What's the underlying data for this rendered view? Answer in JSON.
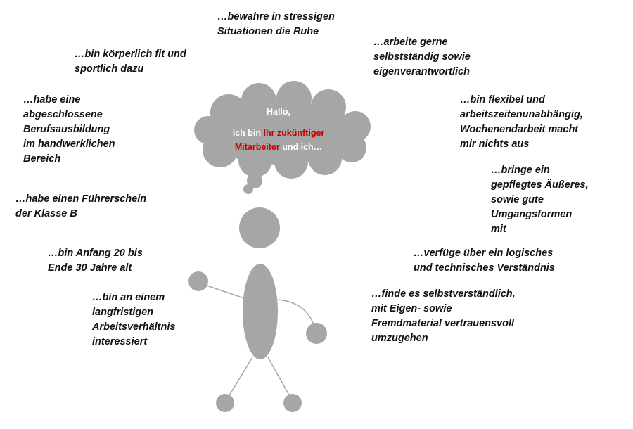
{
  "colors": {
    "figure": "#a6a6a6",
    "text": "#111111",
    "bubble_text": "#ffffff",
    "accent": "#c00000"
  },
  "bubble": {
    "greeting": "Hallo,",
    "line_start": "ich bin ",
    "highlight_1": "Ihr zukünftiger",
    "highlight_2": "Mitarbeiter",
    "line_end": " und ich…"
  },
  "statements": {
    "ruhe": "…bewahre in stressigen\nSituationen die Ruhe",
    "selbststaendig": "…arbeite gerne\nselbstständig sowie\neigenverantwortlich",
    "fit": "…bin körperlich fit und\nsportlich dazu",
    "flexibel": "…bin flexibel und\narbeitszeitenunabhängig,\nWochenendarbeit macht\nmir nichts aus",
    "ausbildung": "…habe eine\nabgeschlossene\nBerufsausbildung\nim handwerklichen\nBereich",
    "aeusseres": "…bringe ein\ngepflegtes Äußeres,\nsowie gute\nUmgangsformen\nmit",
    "fuehrerschein": "…habe einen Führerschein\nder Klasse B",
    "alter": "…bin Anfang 20 bis\nEnde 30 Jahre alt",
    "logik": "…verfüge über ein logisches\nund technisches Verständnis",
    "arbeitsverhaeltnis": "…bin an einem\nlangfristigen\nArbeitsverhältnis\ninteressiert",
    "eigenmaterial": "…finde es selbstverständlich,\nmit Eigen- sowie\nFremdmaterial vertrauensvoll\numzugehen"
  }
}
